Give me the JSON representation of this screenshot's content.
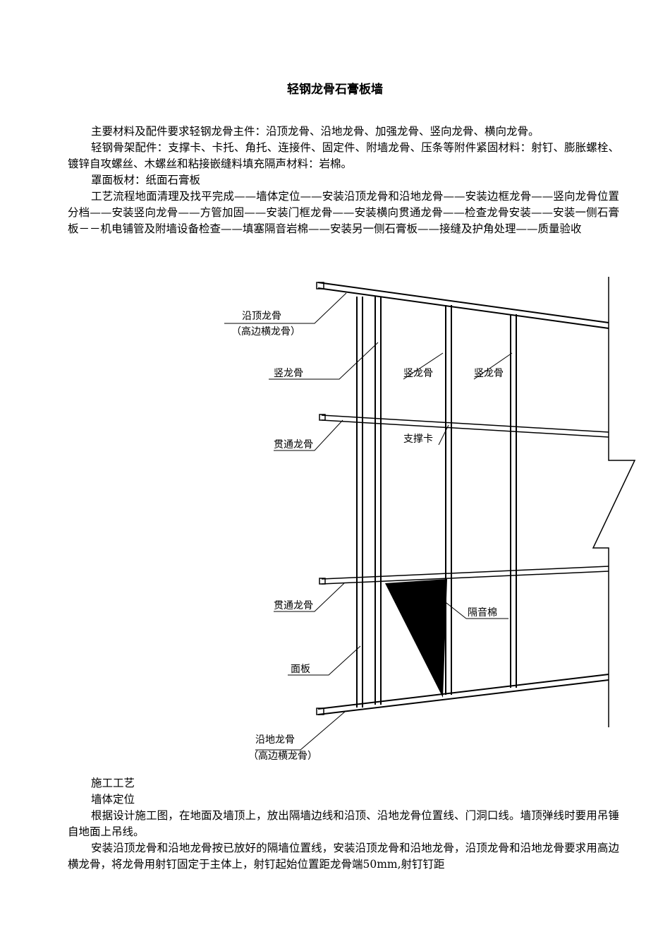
{
  "document": {
    "title": "轻钢龙骨石膏板墙",
    "paragraphs_top": [
      "主要材料及配件要求轻钢龙骨主件：沿顶龙骨、沿地龙骨、加强龙骨、竖向龙骨、横向龙骨。",
      "轻钢骨架配件：支撑卡、卡托、角托、连接件、固定件、附墙龙骨、压条等附件紧固材料：射钉、膨胀螺栓、镀锌自攻螺丝、木螺丝和粘接嵌缝料填充隔声材料：岩棉。",
      "罩面板材：纸面石膏板",
      "工艺流程地面清理及找平完成——墙体定位——安装沿顶龙骨和沿地龙骨——安装边框龙骨——竖向龙骨位置分档——安装竖向龙骨——方管加固——安装门框龙骨——安装横向贯通龙骨——检查龙骨安装——安装一侧石膏板－－机电铺管及附墙设备检查——填塞隔音岩棉——安装另一侧石膏板——接缝及护角处理——质量验收"
    ],
    "paragraphs_bottom": [
      "施工工艺",
      "墙体定位",
      "根据设计施工图，在地面及墙顶上，放出隔墙边线和沿顶、沿地龙骨位置线、门洞口线。墙顶弹线时要用吊锤自地面上吊线。",
      "安装沿顶龙骨和沿地龙骨按已放好的隔墙位置线，安装沿顶龙骨和沿地龙骨，沿顶龙骨和沿地龙骨要求用高边横龙骨，将龙骨用射钉固定于主体上，射钉起始位置距龙骨端50mm,射钉钉距"
    ]
  },
  "figure": {
    "labels": {
      "top_track": "沿顶龙骨",
      "top_track_sub": "（高边横龙骨）",
      "stud_left": "竖龙骨",
      "stud_mid": "竖龙骨",
      "stud_right": "竖龙骨",
      "channel_upper": "贯通龙骨",
      "support_clip": "支撑卡",
      "channel_lower": "贯通龙骨",
      "insulation": "隔音棉",
      "panel": "面板",
      "bottom_track": "沿地龙骨",
      "bottom_track_sub": "（高边横龙骨）"
    }
  }
}
